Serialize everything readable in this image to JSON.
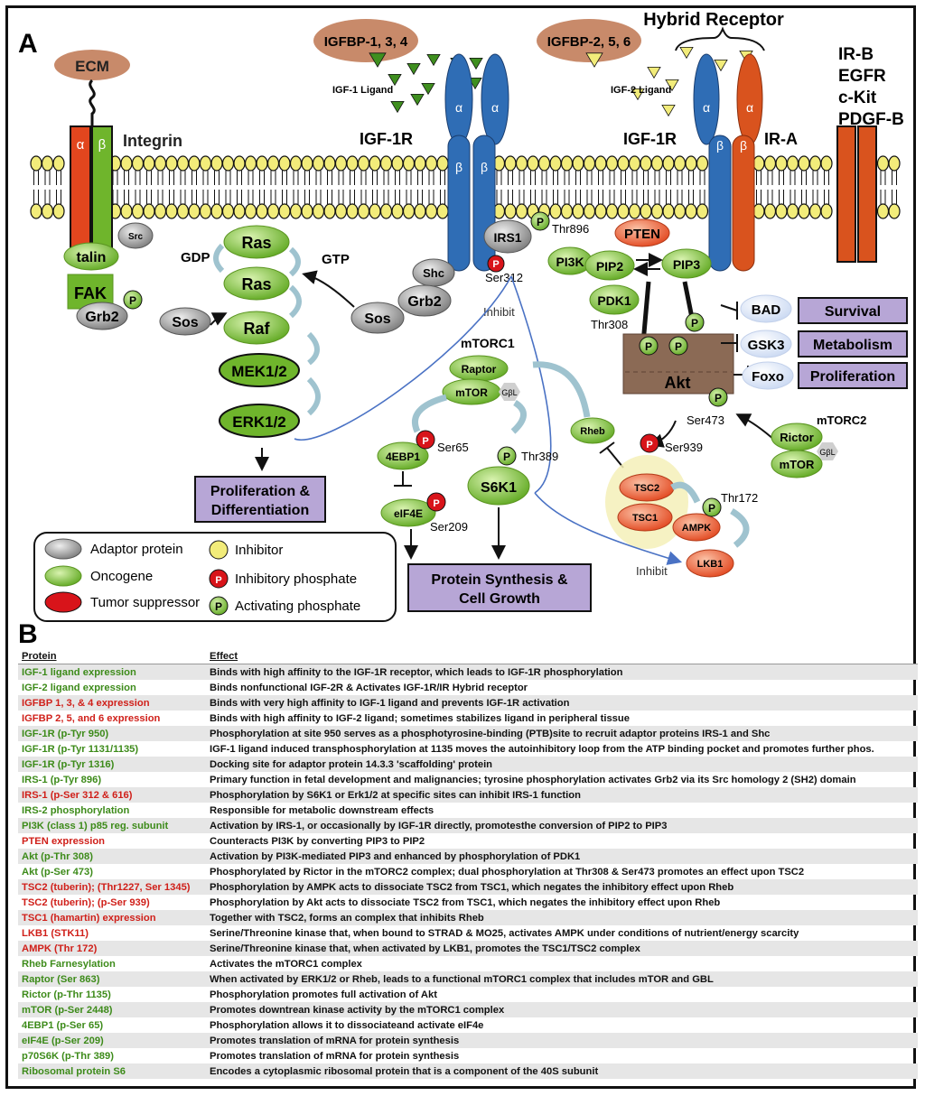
{
  "panel_a": {
    "label": "A",
    "ecm": "ECM",
    "integrin": "Integrin",
    "alpha": "α",
    "beta": "β",
    "talin": "talin",
    "fak": "FAK",
    "src": "Src",
    "grb2": "Grb2",
    "sos": "Sos",
    "p": "P",
    "gdp": "GDP",
    "gtp": "GTP",
    "ras": "Ras",
    "raf": "Raf",
    "mek": "MEK1/2",
    "erk": "ERK1/2",
    "prolif_diff_line1": "Proliferation &",
    "prolif_diff_line2": "Differentiation",
    "igfbp134": "IGFBP-1, 3, 4",
    "igfbp256": "IGFBP-2, 5, 6",
    "igf1_ligand": "IGF-1 Ligand",
    "igf2_ligand": "IGF-2 Ligand",
    "hybrid_receptor": "Hybrid Receptor",
    "igf1r_left": "IGF-1R",
    "igf1r_right": "IGF-1R",
    "ira": "IR-A",
    "other_receptors": [
      "IR-B",
      "EGFR",
      "c-Kit",
      "PDGF-B"
    ],
    "irs1": "IRS1",
    "shc": "Shc",
    "thr896": "Thr896",
    "ser312": "Ser312",
    "inhibit_top": "Inhibit",
    "pten": "PTEN",
    "pi3k": "PI3K",
    "pip2": "PIP2",
    "pip3": "PIP3",
    "pdk1": "PDK1",
    "thr308": "Thr308",
    "akt": "Akt",
    "bad": "BAD",
    "gsk3": "GSK3",
    "foxo": "Foxo",
    "survival": "Survival",
    "metabolism": "Metabolism",
    "proliferation": "Proliferation",
    "mtorc1": "mTORC1",
    "raptor": "Raptor",
    "mtor": "mTOR",
    "gbl": "GβL",
    "rheb": "Rheb",
    "ser473": "Ser473",
    "ser939": "Ser939",
    "mtorc2": "mTORC2",
    "rictor": "Rictor",
    "fourebp1": "4EBP1",
    "ser65": "Ser65",
    "thr389": "Thr389",
    "s6k1": "S6K1",
    "eif4e": "eIF4E",
    "ser209": "Ser209",
    "tsc2": "TSC2",
    "tsc1": "TSC1",
    "thr172": "Thr172",
    "ampk": "AMPK",
    "lkb1": "LKB1",
    "inhibit_bottom": "Inhibit",
    "protein_synthesis_line1": "Protein Synthesis &",
    "protein_synthesis_line2": "Cell Growth"
  },
  "legend": {
    "adaptor": "Adaptor protein",
    "oncogene": "Oncogene",
    "tumor_suppressor": "Tumor suppressor",
    "inhibitor": "Inhibitor",
    "inhibitory_phosphate": "Inhibitory phosphate",
    "activating_phosphate": "Activating phosphate"
  },
  "panel_b": {
    "label": "B",
    "col_protein": "Protein",
    "col_effect": "Effect",
    "rows": [
      {
        "protein": "IGF-1 ligand expression",
        "effect": "Binds with high affinity to the IGF-1R receptor, which leads to IGF-1R phosphorylation",
        "color": "green"
      },
      {
        "protein": "IGF-2 ligand expression",
        "effect": "Binds nonfunctional IGF-2R & Activates IGF-1R/IR Hybrid receptor",
        "color": "green"
      },
      {
        "protein": "IGFBP 1, 3, & 4 expression",
        "effect": "Binds with very high affinity to IGF-1 ligand and prevents IGF-1R activation",
        "color": "red"
      },
      {
        "protein": "IGFBP 2, 5, and 6 expression",
        "effect": "Binds with high affinity to IGF-2 ligand; sometimes stabilizes ligand in peripheral tissue",
        "color": "red"
      },
      {
        "protein": "IGF-1R (p-Tyr 950)",
        "effect": "Phosphorylation at site 950 serves as a phosphotyrosine-binding (PTB)site to recruit adaptor proteins IRS-1 and Shc",
        "color": "green"
      },
      {
        "protein": "IGF-1R (p-Tyr 1131/1135)",
        "effect": "IGF-1 ligand induced transphosphorylation at 1135 moves the autoinhibitory loop from the ATP binding pocket and promotes further phos.",
        "color": "green"
      },
      {
        "protein": "IGF-1R (p-Tyr 1316)",
        "effect": "Docking site for adaptor protein 14.3.3 'scaffolding' protein",
        "color": "green"
      },
      {
        "protein": "IRS-1 (p-Tyr 896)",
        "effect": "Primary function in fetal development and malignancies; tyrosine phosphorylation activates Grb2 via its Src homology 2 (SH2) domain",
        "color": "green"
      },
      {
        "protein": "IRS-1 (p-Ser 312 & 616)",
        "effect": "Phosphorylation by S6K1 or Erk1/2 at specific sites can inhibit IRS-1 function",
        "color": "red"
      },
      {
        "protein": "IRS-2 phosphorylation",
        "effect": "Responsible for metabolic downstream effects",
        "color": "green"
      },
      {
        "protein": "PI3K (class 1) p85 reg. subunit",
        "effect": "Activation by IRS-1, or occasionally by IGF-1R directly, promotesthe  conversion of PIP2 to PIP3",
        "color": "green"
      },
      {
        "protein": "PTEN expression",
        "effect": "Counteracts PI3K by  converting PIP3 to PIP2",
        "color": "red"
      },
      {
        "protein": "Akt (p-Thr 308)",
        "effect": "Activation by PI3K-mediated PIP3 and enhanced by phosphorylation of PDK1",
        "color": "green"
      },
      {
        "protein": "Akt (p-Ser 473)",
        "effect": "Phosphorylated by Rictor in the mTORC2 complex; dual phosphorylation at Thr308 & Ser473 promotes an effect upon TSC2",
        "color": "green"
      },
      {
        "protein": "TSC2 (tuberin);  (Thr1227, Ser 1345)",
        "effect": "Phosphorylation by AMPK acts to dissociate TSC2 from TSC1, which negates the inhibitory effect upon Rheb",
        "color": "red"
      },
      {
        "protein": "TSC2 (tuberin); (p-Ser 939)",
        "effect": "Phosphorylation by Akt acts to dissociate TSC2 from TSC1, which negates the inhibitory effect upon Rheb",
        "color": "red"
      },
      {
        "protein": "TSC1 (hamartin) expression",
        "effect": "Together with TSC2, forms an complex that inhibits Rheb",
        "color": "red"
      },
      {
        "protein": "LKB1 (STK11)",
        "effect": "Serine/Threonine kinase that, when bound to STRAD & MO25, activates AMPK under conditions of nutrient/energy scarcity",
        "color": "red"
      },
      {
        "protein": "AMPK (Thr 172)",
        "effect": "Serine/Threonine kinase that, when activated by LKB1, promotes the TSC1/TSC2 complex",
        "color": "red"
      },
      {
        "protein": "Rheb Farnesylation",
        "effect": "Activates the mTORC1 complex",
        "color": "green"
      },
      {
        "protein": "Raptor (Ser 863)",
        "effect": "When activated by ERK1/2 or Rheb, leads to a functional mTORC1 complex that includes mTOR and GBL",
        "color": "green"
      },
      {
        "protein": "Rictor (p-Thr 1135)",
        "effect": "Phosphorylation promotes full activation of Akt",
        "color": "green"
      },
      {
        "protein": "mTOR (p-Ser 2448)",
        "effect": "Promotes downtrean kinase activity by the mTORC1 complex",
        "color": "green"
      },
      {
        "protein": "4EBP1 (p-Ser 65)",
        "effect": "Phosphorylation allows it to dissociateand activate eIF4e",
        "color": "green"
      },
      {
        "protein": "eIF4E (p-Ser 209)",
        "effect": "Promotes translation of mRNA for protein synthesis",
        "color": "green"
      },
      {
        "protein": "p70S6K (p-Thr 389)",
        "effect": "Promotes translation of mRNA for protein synthesis",
        "color": "green"
      },
      {
        "protein": "Ribosomal protein S6",
        "effect": "Encodes a cytoplasmic ribosomal protein that is a component of the 40S subunit",
        "color": "green"
      }
    ]
  },
  "colors": {
    "oncogene": "#6fb52c",
    "adaptor": "#8a8a8a",
    "tumor_suppressor": "#e8522a",
    "inhibitor": "#f2ec7a",
    "receptor_blue": "#2f6db5",
    "receptor_orange": "#d9531e",
    "outcome_box": "#b7a6d6",
    "akt_brown": "#8b6a55",
    "pale_blue": "#dfe8f7",
    "igfbp": "#c88a6a"
  }
}
